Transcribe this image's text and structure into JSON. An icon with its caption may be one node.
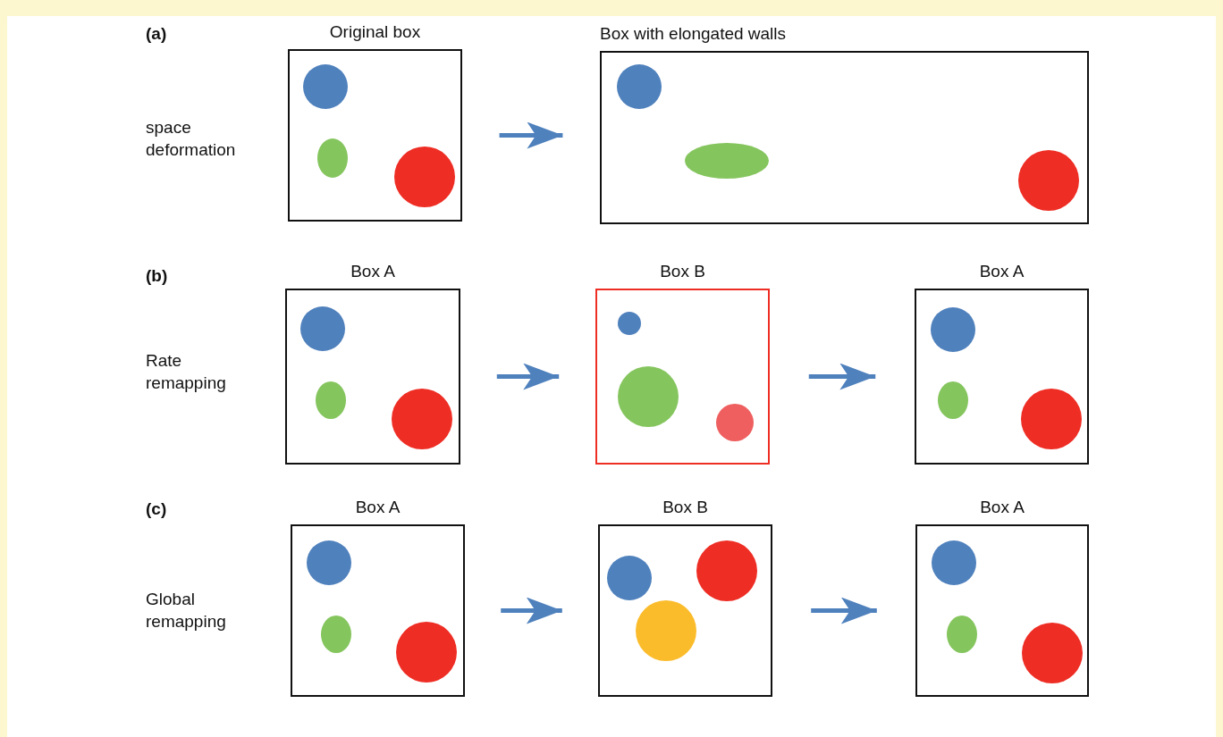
{
  "diagram": {
    "nodes": [
      {
        "text": [
          "Original box"
        ]
      },
      {
        "text": [
          "Box with elongated walls"
        ]
      },
      {
        "text": [
          "Box A"
        ]
      },
      {
        "text": [
          "Box B"
        ]
      },
      {
        "text": [
          "Box A"
        ]
      },
      {
        "text": [
          "Box A"
        ]
      },
      {
        "text": [
          "Box B"
        ]
      },
      {
        "text": [
          "Box A"
        ]
      }
    ],
    "edges": [
      {
        "from": 0,
        "to": 1,
        "arrow": "to"
      },
      {
        "from": 2,
        "to": 3,
        "arrow": "to"
      },
      {
        "from": 3,
        "to": 4,
        "arrow": "to"
      },
      {
        "from": 5,
        "to": 6,
        "arrow": "to"
      },
      {
        "from": 6,
        "to": 7,
        "arrow": "to"
      }
    ],
    "labels": [
      "(a)",
      "space deformation",
      "(b)",
      "Rate remapping",
      "(c)",
      "Global remapping"
    ]
  }
}
